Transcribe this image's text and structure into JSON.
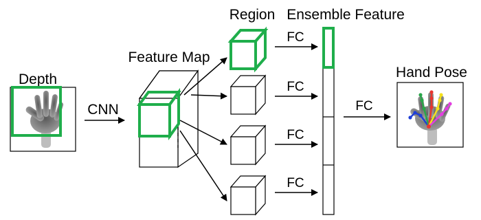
{
  "labels": {
    "depth": "Depth",
    "cnn": "CNN",
    "feature_map": "Feature Map",
    "region": "Region",
    "ensemble_feature": "Ensemble Feature",
    "fc": "FC",
    "hand_pose": "Hand Pose"
  },
  "colors": {
    "highlight": "#1fae4b",
    "stroke": "#000000",
    "hand_gray": "#8a8a8a",
    "joint_red": "#e8362f",
    "joint_yellow": "#f4e11c",
    "joint_magenta": "#e23ee0",
    "joint_blue": "#1f3fd6",
    "joint_green": "#2aa64a"
  }
}
